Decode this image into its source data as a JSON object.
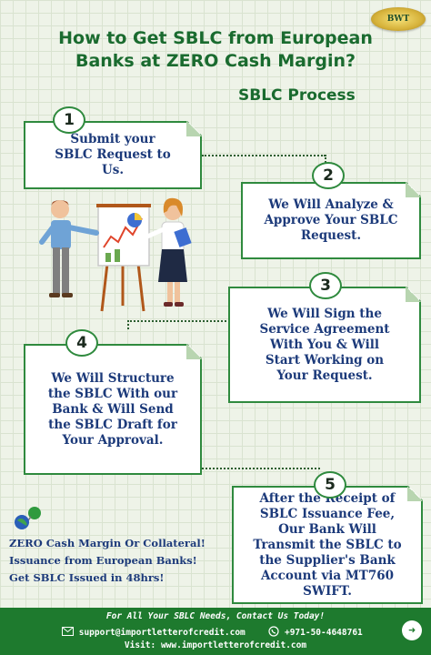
{
  "logo": {
    "text": "BWT"
  },
  "header": {
    "title_line1": "How to Get SBLC from European",
    "title_line2": "Banks at ZERO Cash Margin?",
    "subtitle": "SBLC Process"
  },
  "steps": [
    {
      "number": "1",
      "text_lines": [
        "Submit your",
        "SBLC Request to",
        "Us."
      ]
    },
    {
      "number": "2",
      "text_lines": [
        "We Will Analyze &",
        "Approve Your SBLC",
        "Request."
      ]
    },
    {
      "number": "3",
      "text_lines": [
        "We Will Sign the",
        "Service Agreement",
        "With You & Will",
        "Start Working on",
        "Your Request."
      ]
    },
    {
      "number": "4",
      "text_lines": [
        "We Will Structure",
        "the SBLC With our",
        "Bank & Will Send",
        "the SBLC Draft for",
        "Your Approval."
      ]
    },
    {
      "number": "5",
      "text_lines": [
        "After the Receipt of",
        "SBLC Issuance Fee,",
        "Our Bank Will",
        "Transmit the SBLC to",
        "the Supplier's Bank",
        "Account via MT760",
        "SWIFT."
      ]
    }
  ],
  "highlights": [
    "ZERO Cash Margin Or Collateral!",
    "Issuance from European Banks!",
    "Get SBLC Issued in 48hrs!"
  ],
  "footer": {
    "tagline": "For All Your SBLC Needs, Contact Us Today!",
    "email": "support@importletterofcredit.com",
    "phone": "+971-50-4648761",
    "website": "Visit: www.importletterofcredit.com"
  },
  "colors": {
    "green": "#1e7a2e",
    "navy": "#1c3a7a",
    "background": "#eef3e8"
  },
  "icons": {
    "email": "envelope-icon",
    "phone": "whatsapp-icon",
    "next": "arrow-right-icon"
  }
}
